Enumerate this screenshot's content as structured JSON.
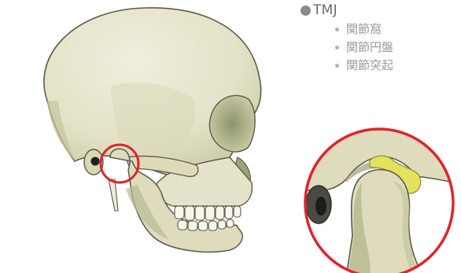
{
  "legend": {
    "title": "TMJ",
    "items": [
      "関節窩",
      "関節円盤",
      "関節突起"
    ]
  },
  "colors": {
    "bone": "#e8e6cf",
    "bone_shadow": "#a9ad86",
    "outline": "#5d5a4a",
    "highlight_circle": "#e0242b",
    "disc": "#e3e15e",
    "legend_text": "#9a9a9a"
  }
}
